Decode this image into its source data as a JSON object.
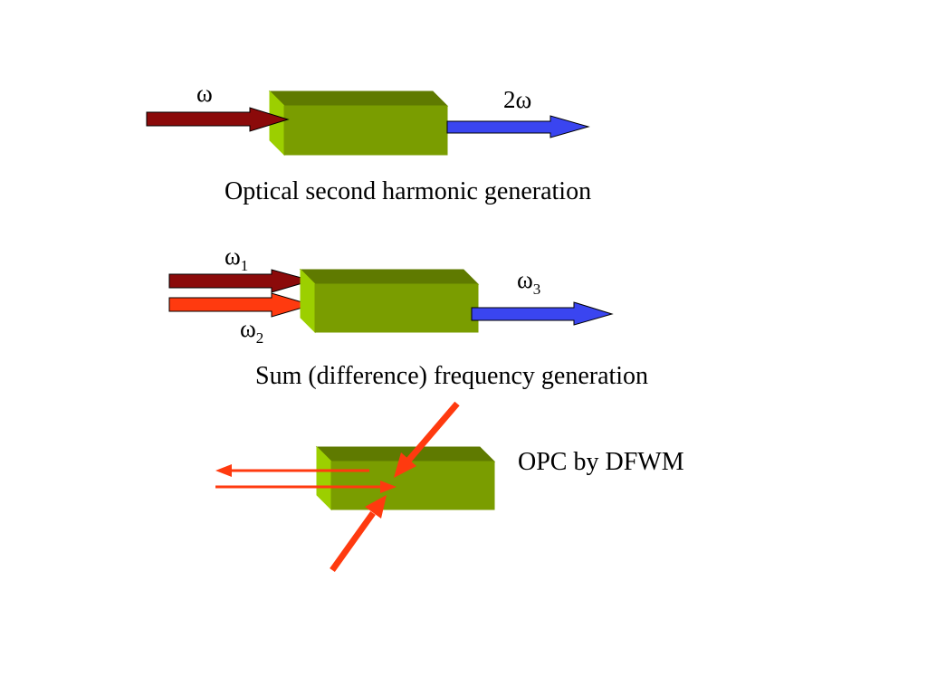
{
  "colors": {
    "crystal_front": "#7a9d00",
    "crystal_top": "#5f7a00",
    "crystal_side": "#9ccf00",
    "input_beam_dark_red": "#8b0a0a",
    "input_beam_orange": "#ff3a0f",
    "output_beam_blue": "#3a45f0",
    "arrow_outline": "#000000"
  },
  "shg": {
    "input_label": "ω",
    "output_label": "2ω",
    "caption": "Optical second harmonic generation"
  },
  "sfg": {
    "input1_label": "ω",
    "input1_sub": "1",
    "input2_label": "ω",
    "input2_sub": "2",
    "output_label": "ω",
    "output_sub": "3",
    "caption": "Sum (difference) frequency generation"
  },
  "opc": {
    "caption": "OPC by DFWM"
  }
}
